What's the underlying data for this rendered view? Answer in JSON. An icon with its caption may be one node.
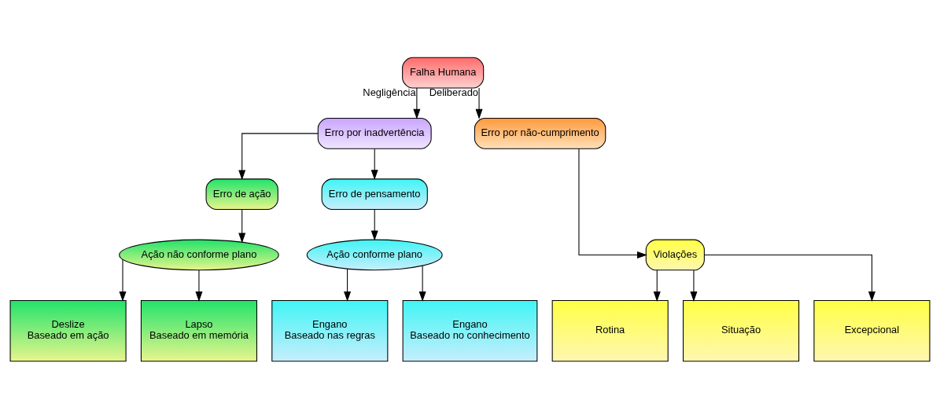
{
  "diagram": {
    "nodes": [
      {
        "text": [
          "Falha Humana"
        ]
      },
      {
        "text": [
          "Erro por inadvertência"
        ]
      },
      {
        "text": [
          "Erro por não-cumprimento"
        ]
      },
      {
        "text": [
          "Erro de ação"
        ]
      },
      {
        "text": [
          "Erro de pensamento"
        ]
      },
      {
        "text": [
          "Violações"
        ]
      },
      {
        "text": [
          "Ação não conforme plano"
        ]
      },
      {
        "text": [
          "Ação conforme plano"
        ]
      },
      {
        "text": [
          "Deslize",
          "Baseado em ação"
        ]
      },
      {
        "text": [
          "Lapso",
          "Baseado em memória"
        ]
      },
      {
        "text": [
          "Engano",
          "Baseado nas regras"
        ]
      },
      {
        "text": [
          "Engano",
          "Baseado no conhecimento"
        ]
      },
      {
        "text": [
          "Rotina"
        ]
      },
      {
        "text": [
          "Situação"
        ]
      },
      {
        "text": [
          "Excepcional"
        ]
      }
    ],
    "edges": [
      {
        "from": 0,
        "to": 1,
        "arrow": "to",
        "label": "Negligência"
      },
      {
        "from": 0,
        "to": 2,
        "arrow": "to",
        "label": "Deliberado"
      },
      {
        "from": 1,
        "to": 3,
        "arrow": "to"
      },
      {
        "from": 1,
        "to": 4,
        "arrow": "to"
      },
      {
        "from": 2,
        "to": 5,
        "arrow": "to"
      },
      {
        "from": 3,
        "to": 6,
        "arrow": "to"
      },
      {
        "from": 4,
        "to": 7,
        "arrow": "to"
      },
      {
        "from": 6,
        "to": 8,
        "arrow": "to"
      },
      {
        "from": 6,
        "to": 9,
        "arrow": "to"
      },
      {
        "from": 7,
        "to": 10,
        "arrow": "to"
      },
      {
        "from": 7,
        "to": 11,
        "arrow": "to"
      },
      {
        "from": 5,
        "to": 12,
        "arrow": "to"
      },
      {
        "from": 5,
        "to": 13,
        "arrow": "to"
      },
      {
        "from": 5,
        "to": 14,
        "arrow": "to"
      }
    ]
  }
}
